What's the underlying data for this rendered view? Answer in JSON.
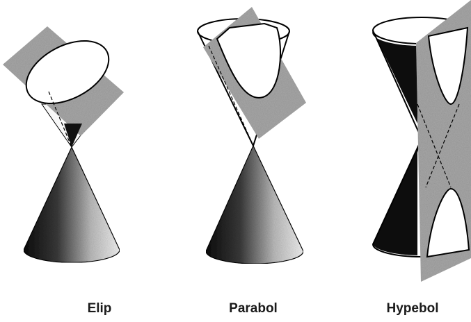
{
  "panels": [
    {
      "label": "Elip"
    },
    {
      "label": "Parabol"
    },
    {
      "label": "Hypebol"
    }
  ],
  "colors": {
    "plane_fill": "#a9a9a9",
    "cone_dark": "#111111",
    "cone_light": "#f2f2f2",
    "outline": "#000000",
    "background": "#ffffff"
  }
}
